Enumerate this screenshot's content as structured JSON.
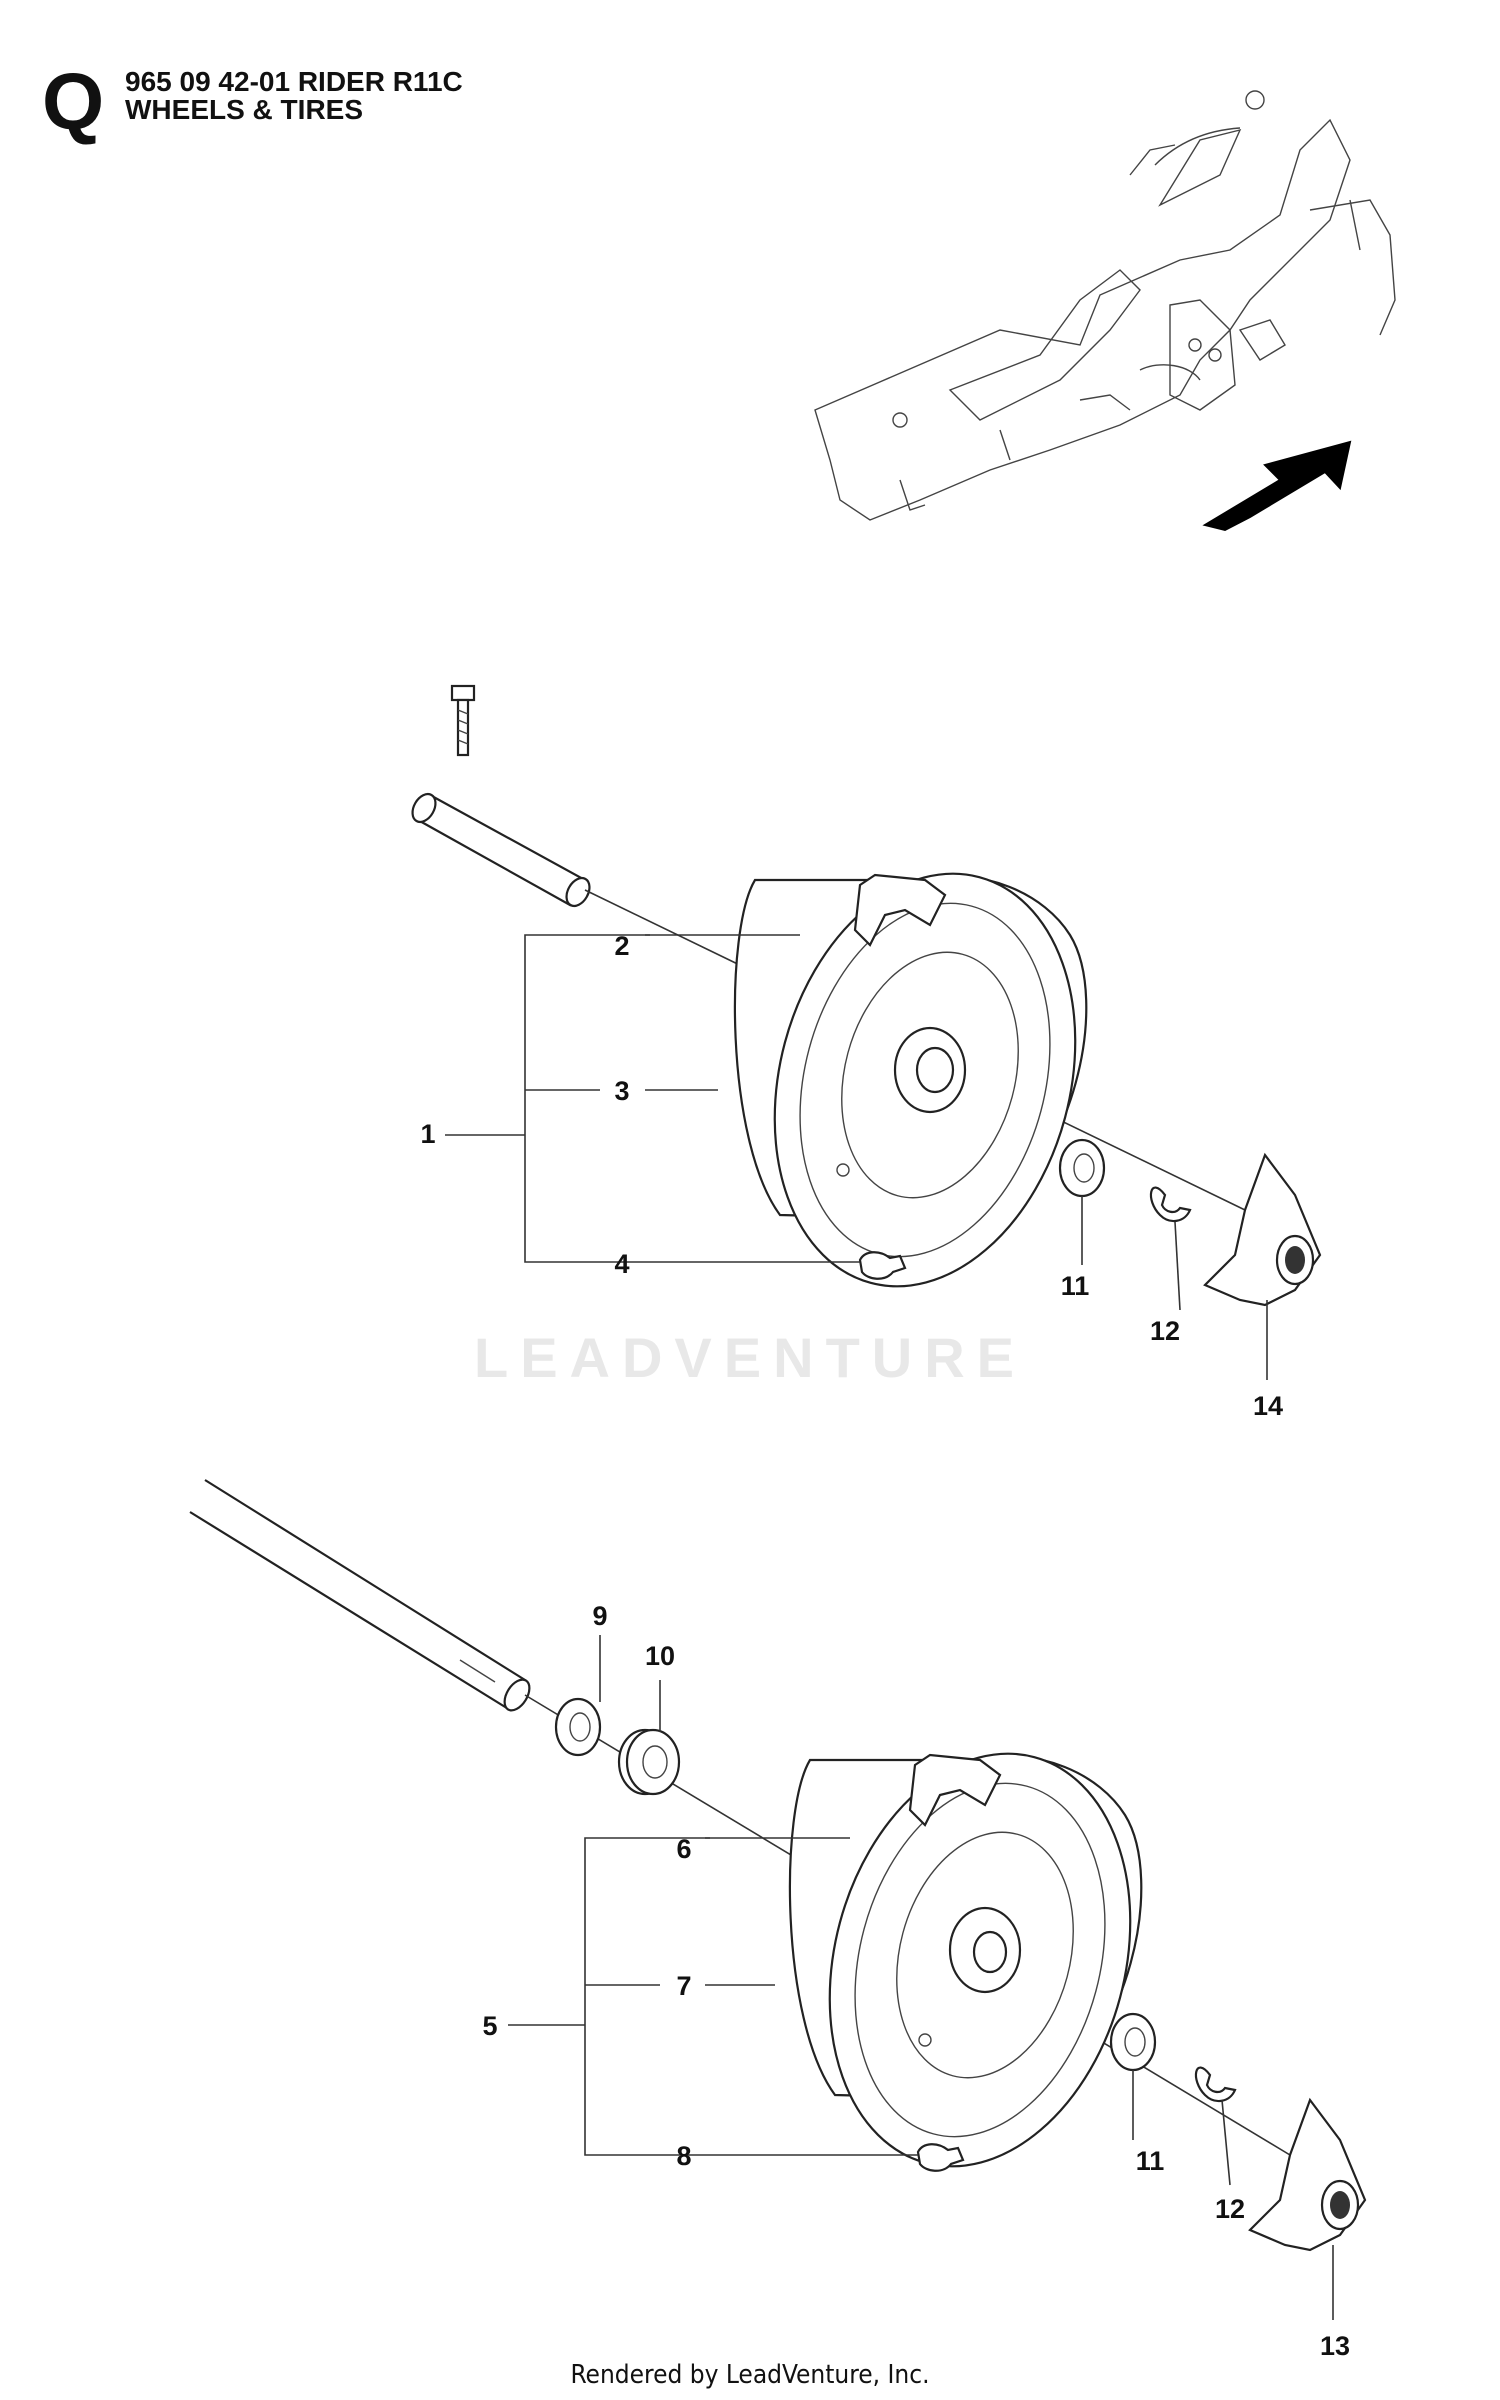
{
  "header": {
    "letter": "Q",
    "model_line": "965 09 42-01 RIDER R11C",
    "section_line": "WHEELS & TIRES"
  },
  "watermark": "LEADVENTURE",
  "footer": "Rendered by LeadVenture, Inc.",
  "callouts": {
    "c1": "1",
    "c2": "2",
    "c3": "3",
    "c4": "4",
    "c5": "5",
    "c6": "6",
    "c7": "7",
    "c8": "8",
    "c9": "9",
    "c10": "10",
    "c11a": "11",
    "c12a": "12",
    "c14": "14",
    "c11b": "11",
    "c12b": "12",
    "c13": "13"
  },
  "icons": [
    "frame-overview-icon",
    "direction-arrow-icon",
    "wheel-icon",
    "axle-icon",
    "bolt-icon",
    "washer-icon",
    "clip-icon",
    "hub-cap-icon",
    "valve-icon"
  ]
}
